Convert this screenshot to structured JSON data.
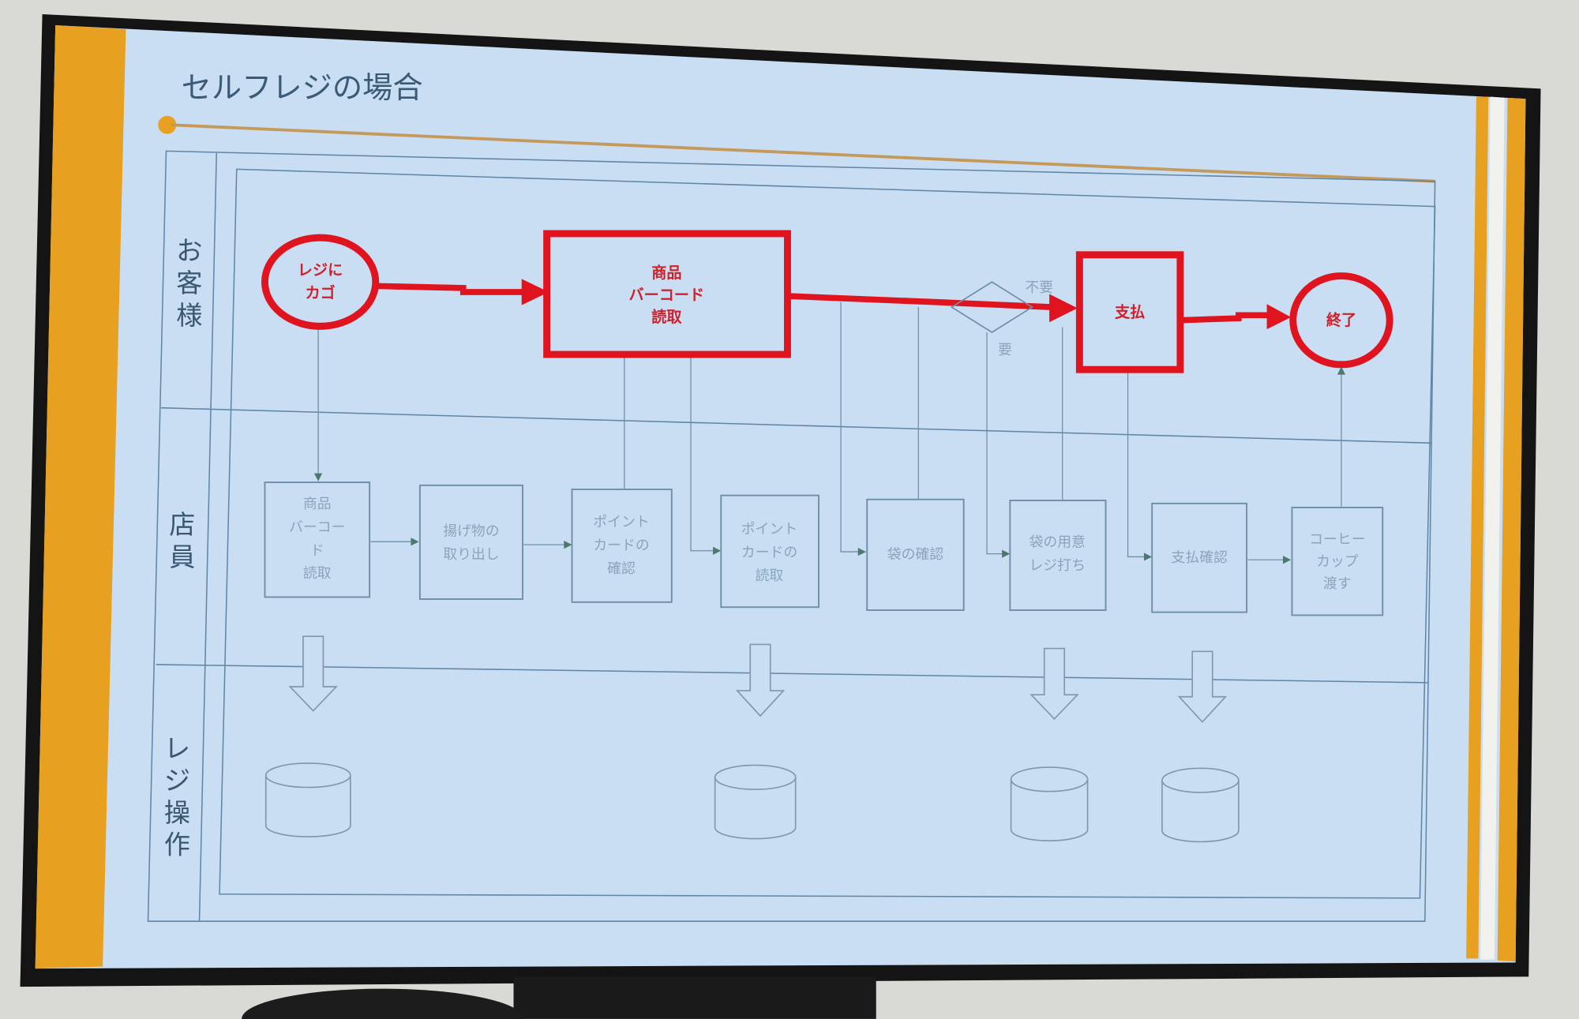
{
  "slide": {
    "title": "セルフレジの場合",
    "colors": {
      "accent_orange": "#e8a020",
      "flow_red": "#e0141e",
      "slide_bg": "#c9def3"
    }
  },
  "lanes": {
    "customer": [
      "お",
      "客",
      "様"
    ],
    "staff": [
      "店",
      "員"
    ],
    "register": [
      "レ",
      "ジ",
      "操",
      "作"
    ]
  },
  "customer_flow": {
    "start": [
      "レジに",
      "カゴ"
    ],
    "scan": [
      "商品",
      "バーコード",
      "読取"
    ],
    "decision_no": "不要",
    "decision_yes": "要",
    "pay": "支払",
    "end": "終了"
  },
  "staff_boxes": [
    [
      "商品",
      "バーコー",
      "ド",
      "読取"
    ],
    [
      "揚げ物の",
      "取り出し"
    ],
    [
      "ポイント",
      "カードの",
      "確認"
    ],
    [
      "ポイント",
      "カードの",
      "読取"
    ],
    [
      "袋の確認"
    ],
    [
      "袋の用意",
      "レジ打ち"
    ],
    [
      "支払確認"
    ],
    [
      "コーヒー",
      "カップ",
      "渡す"
    ]
  ]
}
